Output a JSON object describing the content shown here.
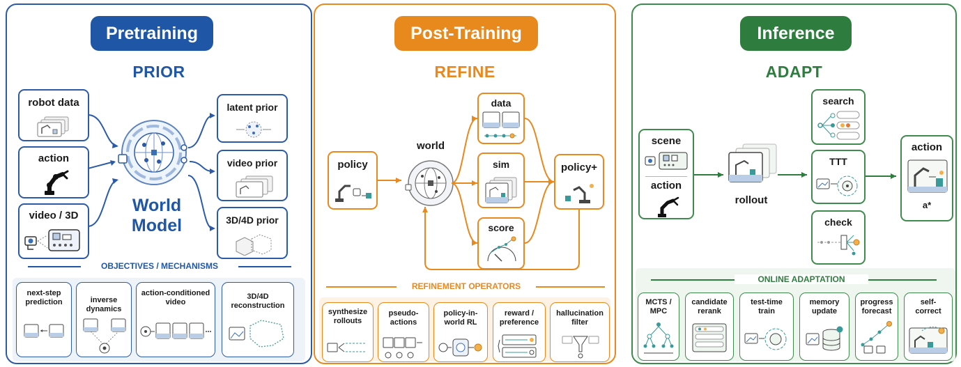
{
  "colors": {
    "blue": "#1f57a6",
    "orange": "#e8891e",
    "green": "#2f7d3e"
  },
  "pretraining": {
    "title": "Pretraining",
    "subtitle": "PRIOR",
    "inputs": [
      "robot data",
      "action",
      "video / 3D"
    ],
    "center_line1": "World",
    "center_line2": "Model",
    "outputs": [
      "latent prior",
      "video prior",
      "3D/4D prior"
    ],
    "section_label": "OBJECTIVES / MECHANISMS",
    "mechanisms": [
      {
        "line1": "next-step",
        "line2": "prediction",
        "line3": ""
      },
      {
        "line1": "inverse",
        "line2": "dynamics",
        "line3": ""
      },
      {
        "line1": "action-conditioned",
        "line2": "video",
        "line3": ""
      },
      {
        "line1": "3D/4D",
        "line2": "reconstruction",
        "line3": ""
      }
    ]
  },
  "posttraining": {
    "title": "Post-Training",
    "subtitle": "REFINE",
    "policy": "policy",
    "world": "world",
    "branches": [
      "data",
      "sim",
      "score"
    ],
    "policy_plus": "policy+",
    "section_label": "REFINEMENT OPERATORS",
    "operators": [
      {
        "line1": "synthesize",
        "line2": "rollouts"
      },
      {
        "line1": "pseudo-",
        "line2": "actions"
      },
      {
        "line1": "policy-in-",
        "line2": "world RL"
      },
      {
        "line1": "reward /",
        "line2": "preference"
      },
      {
        "line1": "hallucination",
        "line2": "filter"
      }
    ]
  },
  "inference": {
    "title": "Inference",
    "subtitle": "ADAPT",
    "scene": "scene",
    "action": "action",
    "rollout": "rollout",
    "branches": [
      "search",
      "TTT",
      "check"
    ],
    "output": "action",
    "output_sub": "a*",
    "section_label": "ONLINE ADAPTATION",
    "adaptations": [
      {
        "line1": "MCTS /",
        "line2": "MPC"
      },
      {
        "line1": "candidate",
        "line2": "rerank"
      },
      {
        "line1": "test-time",
        "line2": "train"
      },
      {
        "line1": "memory",
        "line2": "update"
      },
      {
        "line1": "progress",
        "line2": "forecast"
      },
      {
        "line1": "self-",
        "line2": "correct"
      }
    ]
  }
}
